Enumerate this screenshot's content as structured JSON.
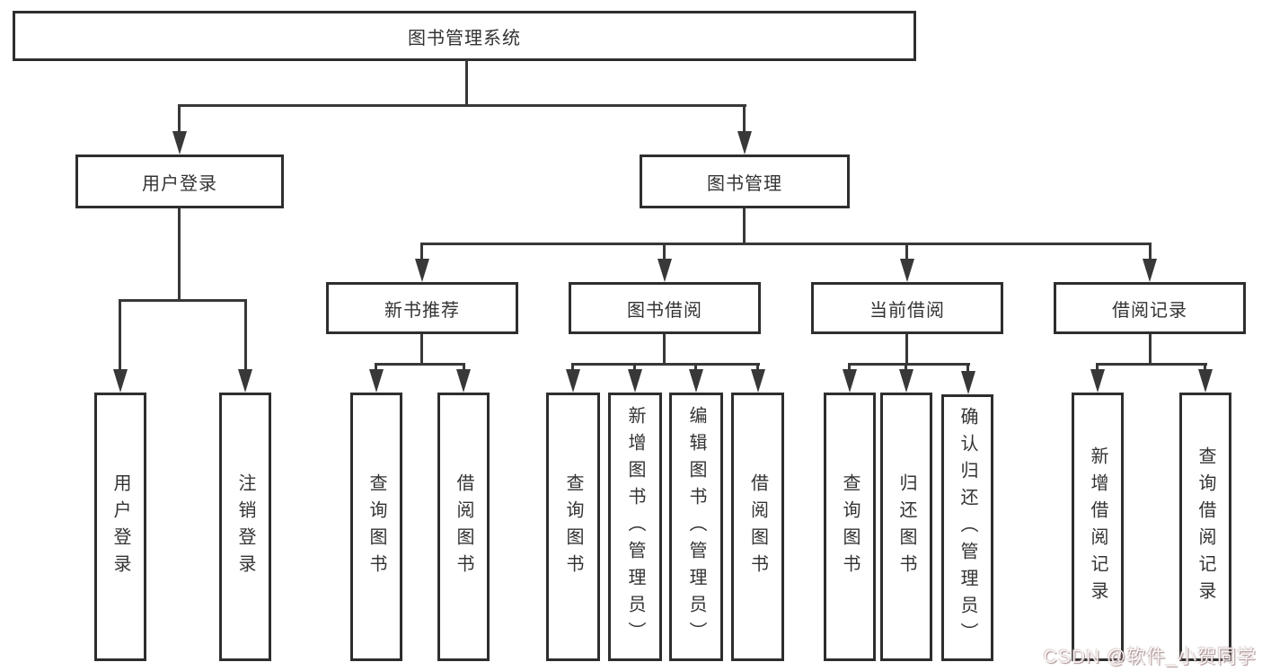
{
  "diagram": {
    "title": "图书管理系统",
    "level2": {
      "user_login": "用户登录",
      "book_mgmt": "图书管理"
    },
    "level3": {
      "new_book_rec": "新书推荐",
      "book_borrow": "图书借阅",
      "current_borrow": "当前借阅",
      "borrow_records": "借阅记录"
    },
    "leaves": {
      "g1_login": "用户登录",
      "g1_logout": "注销登录",
      "g2_query_books": "查询图书",
      "g2_borrow_books": "借阅图书",
      "g3_query_books": "查询图书",
      "g3_add_books": "新增图书（管理员）",
      "g3_edit_books": "编辑图书（管理员）",
      "g3_borrow_books": "借阅图书",
      "g4_query_books": "查询图书",
      "g4_return_books": "归还图书",
      "g4_confirm_return": "确认归还（管理员）",
      "g5_add_record": "新增借阅记录",
      "g5_query_record": "查询借阅记录"
    }
  },
  "watermark": {
    "text": "CSDN @软件_小贺同学",
    "color": "#c9b2b2"
  },
  "colors": {
    "background": "#ffffff",
    "box_border": "#2e2e2e",
    "line": "#383838",
    "text": "#333333"
  }
}
